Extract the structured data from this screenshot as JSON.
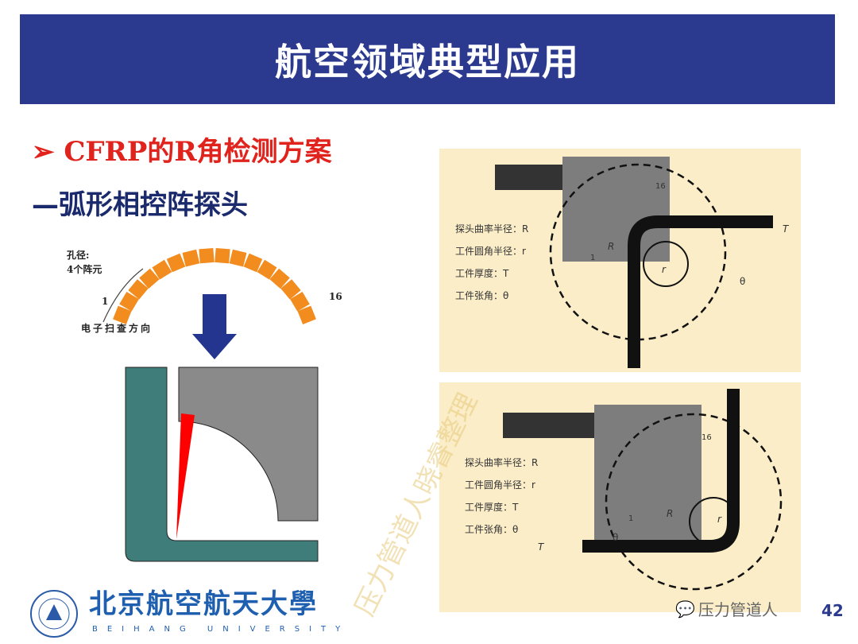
{
  "title": "航空领域典型应用",
  "bullet": "CFRP的R角检测方案",
  "subtitle": "—弧形相控阵探头",
  "diagram": {
    "aperture_label": "孔径:",
    "elements_label": "4个阵元",
    "first": "1",
    "last": "16",
    "scan_label": "电子扫查方向"
  },
  "panel_top": {
    "labels": [
      "探头曲率半径：R",
      "工件圆角半径：r",
      "工件厚度：T",
      "工件张角：θ"
    ],
    "marks": {
      "T": "T",
      "R": "R",
      "r": "r",
      "theta": "θ",
      "one": "1",
      "sixteen": "16"
    }
  },
  "panel_bottom": {
    "labels": [
      "探头曲率半径：R",
      "工件圆角半径：r",
      "工件厚度：T",
      "工件张角：θ"
    ],
    "marks": {
      "T": "T",
      "R": "R",
      "r": "r",
      "theta": "θ",
      "one": "1",
      "sixteen": "16"
    }
  },
  "logo": {
    "cn": "北京航空航天大學",
    "en": "BEIHANG UNIVERSITY"
  },
  "wechat": "压力管道人",
  "page_number": "42",
  "watermark": "压力管道人晓睿整理",
  "colors": {
    "header": "#2B3A8F",
    "accent": "#E0231C",
    "element": "#F28C1E",
    "teal": "#3E7D7A"
  }
}
